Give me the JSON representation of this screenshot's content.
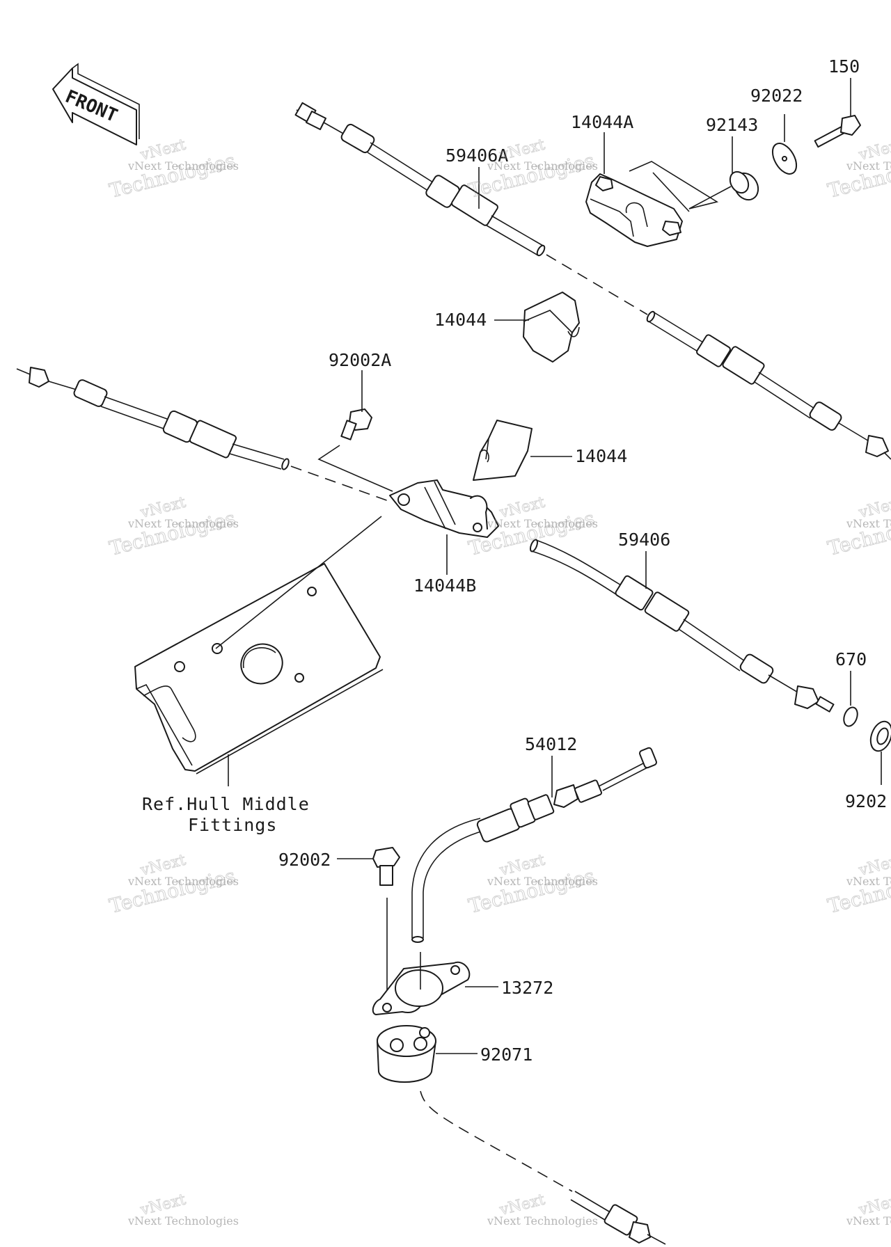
{
  "front_arrow": {
    "text": "FRONT"
  },
  "labels": [
    {
      "id": "150",
      "text": "150"
    },
    {
      "id": "92022",
      "text": "92022"
    },
    {
      "id": "14044A",
      "text": "14044A"
    },
    {
      "id": "92143",
      "text": "92143"
    },
    {
      "id": "59406A",
      "text": "59406A"
    },
    {
      "id": "14044-top",
      "text": "14044"
    },
    {
      "id": "92002A",
      "text": "92002A"
    },
    {
      "id": "14044-mid",
      "text": "14044"
    },
    {
      "id": "59406",
      "text": "59406"
    },
    {
      "id": "14044B",
      "text": "14044B"
    },
    {
      "id": "670",
      "text": "670"
    },
    {
      "id": "92022-cut",
      "text": "9202"
    },
    {
      "id": "54012",
      "text": "54012"
    },
    {
      "id": "92002",
      "text": "92002"
    },
    {
      "id": "13272",
      "text": "13272"
    },
    {
      "id": "92071",
      "text": "92071"
    }
  ],
  "reference_note": {
    "line1": "Ref.Hull Middle",
    "line2": "Fittings"
  },
  "watermark": {
    "line1": "vNext",
    "line2": "vNext Technologies",
    "line3": "Technologies"
  }
}
